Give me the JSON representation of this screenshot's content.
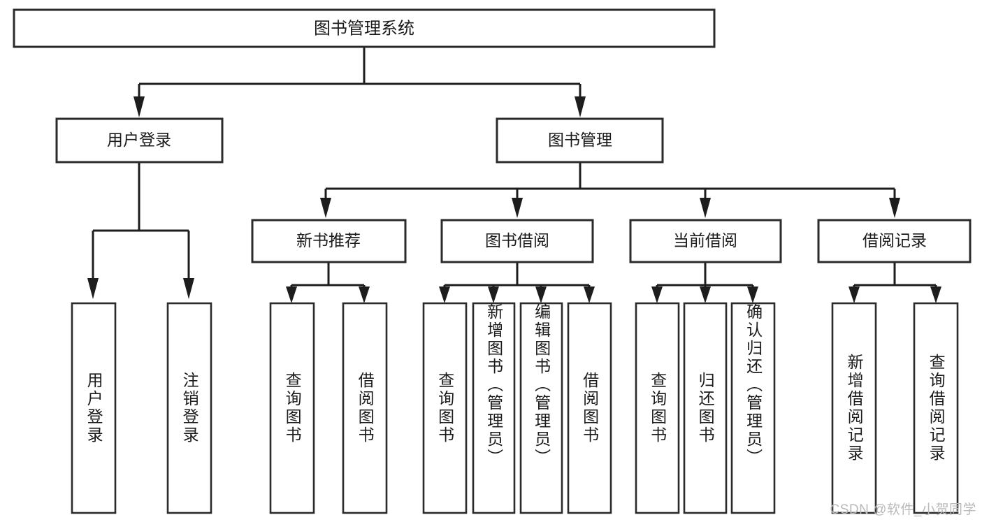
{
  "diagram": {
    "title": "图书管理系统",
    "type": "tree-hierarchy",
    "watermark": "CSDN @软件_小贺同学",
    "colors": {
      "box_stroke": "#2b2b2b",
      "connector": "#1d1d1d",
      "background": "#ffffff",
      "text": "#1b1b1b",
      "watermark": "#b9b9b9"
    },
    "root": {
      "id": "root",
      "label": "图书管理系统"
    },
    "level2": [
      {
        "id": "user-login",
        "label": "用户登录"
      },
      {
        "id": "book-manage",
        "label": "图书管理"
      }
    ],
    "level3": [
      {
        "id": "new-book-recommend",
        "label": "新书推荐",
        "parent": "book-manage"
      },
      {
        "id": "book-borrow",
        "label": "图书借阅",
        "parent": "book-manage"
      },
      {
        "id": "current-borrow",
        "label": "当前借阅",
        "parent": "book-manage"
      },
      {
        "id": "borrow-record",
        "label": "借阅记录",
        "parent": "book-manage"
      }
    ],
    "leaves": [
      {
        "id": "leaf-user-login",
        "label": "用户登录",
        "parent": "user-login"
      },
      {
        "id": "leaf-logout-login",
        "label": "注销登录",
        "parent": "user-login"
      },
      {
        "id": "leaf-query-book-1",
        "label": "查询图书",
        "parent": "new-book-recommend"
      },
      {
        "id": "leaf-borrow-book-1",
        "label": "借阅图书",
        "parent": "new-book-recommend"
      },
      {
        "id": "leaf-query-book-2",
        "label": "查询图书",
        "parent": "book-borrow"
      },
      {
        "id": "leaf-add-book",
        "label": "新增图书（管理员）",
        "parent": "book-borrow"
      },
      {
        "id": "leaf-edit-book",
        "label": "编辑图书（管理员）",
        "parent": "book-borrow"
      },
      {
        "id": "leaf-borrow-book-2",
        "label": "借阅图书",
        "parent": "book-borrow"
      },
      {
        "id": "leaf-query-book-3",
        "label": "查询图书",
        "parent": "current-borrow"
      },
      {
        "id": "leaf-return-book",
        "label": "归还图书",
        "parent": "current-borrow"
      },
      {
        "id": "leaf-confirm-return",
        "label": "确认归还（管理员）",
        "parent": "current-borrow"
      },
      {
        "id": "leaf-add-record",
        "label": "新增借阅记录",
        "parent": "borrow-record"
      },
      {
        "id": "leaf-query-record",
        "label": "查询借阅记录",
        "parent": "borrow-record"
      }
    ]
  }
}
